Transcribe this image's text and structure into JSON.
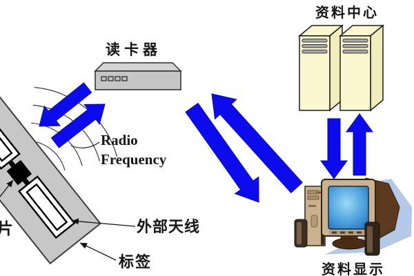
{
  "labels": {
    "reader": "读卡器",
    "data_center": "资料中心",
    "data_display": "资料显示",
    "chip": "片",
    "external_antenna": "外部天线",
    "tag": "标签",
    "rf": {
      "line1": "Radio",
      "line2": "Frequency"
    }
  },
  "colors": {
    "arrow_blue": "#0b0bee",
    "tag_gray": "#c7c7c7",
    "reader_gray": "#c6c6c6",
    "server_cream": "#fbf8cf",
    "computer_tan": "#c9b28d",
    "screen_blue": "#4ba0dc",
    "shadow_blue": "#b3c9e8"
  },
  "flows": [
    {
      "from": "标签",
      "to": "读卡器",
      "via": "Radio Frequency",
      "bidirectional": true
    },
    {
      "from": "读卡器",
      "to": "资料显示",
      "bidirectional": true
    },
    {
      "from": "资料中心",
      "to": "资料显示",
      "bidirectional": true
    }
  ]
}
